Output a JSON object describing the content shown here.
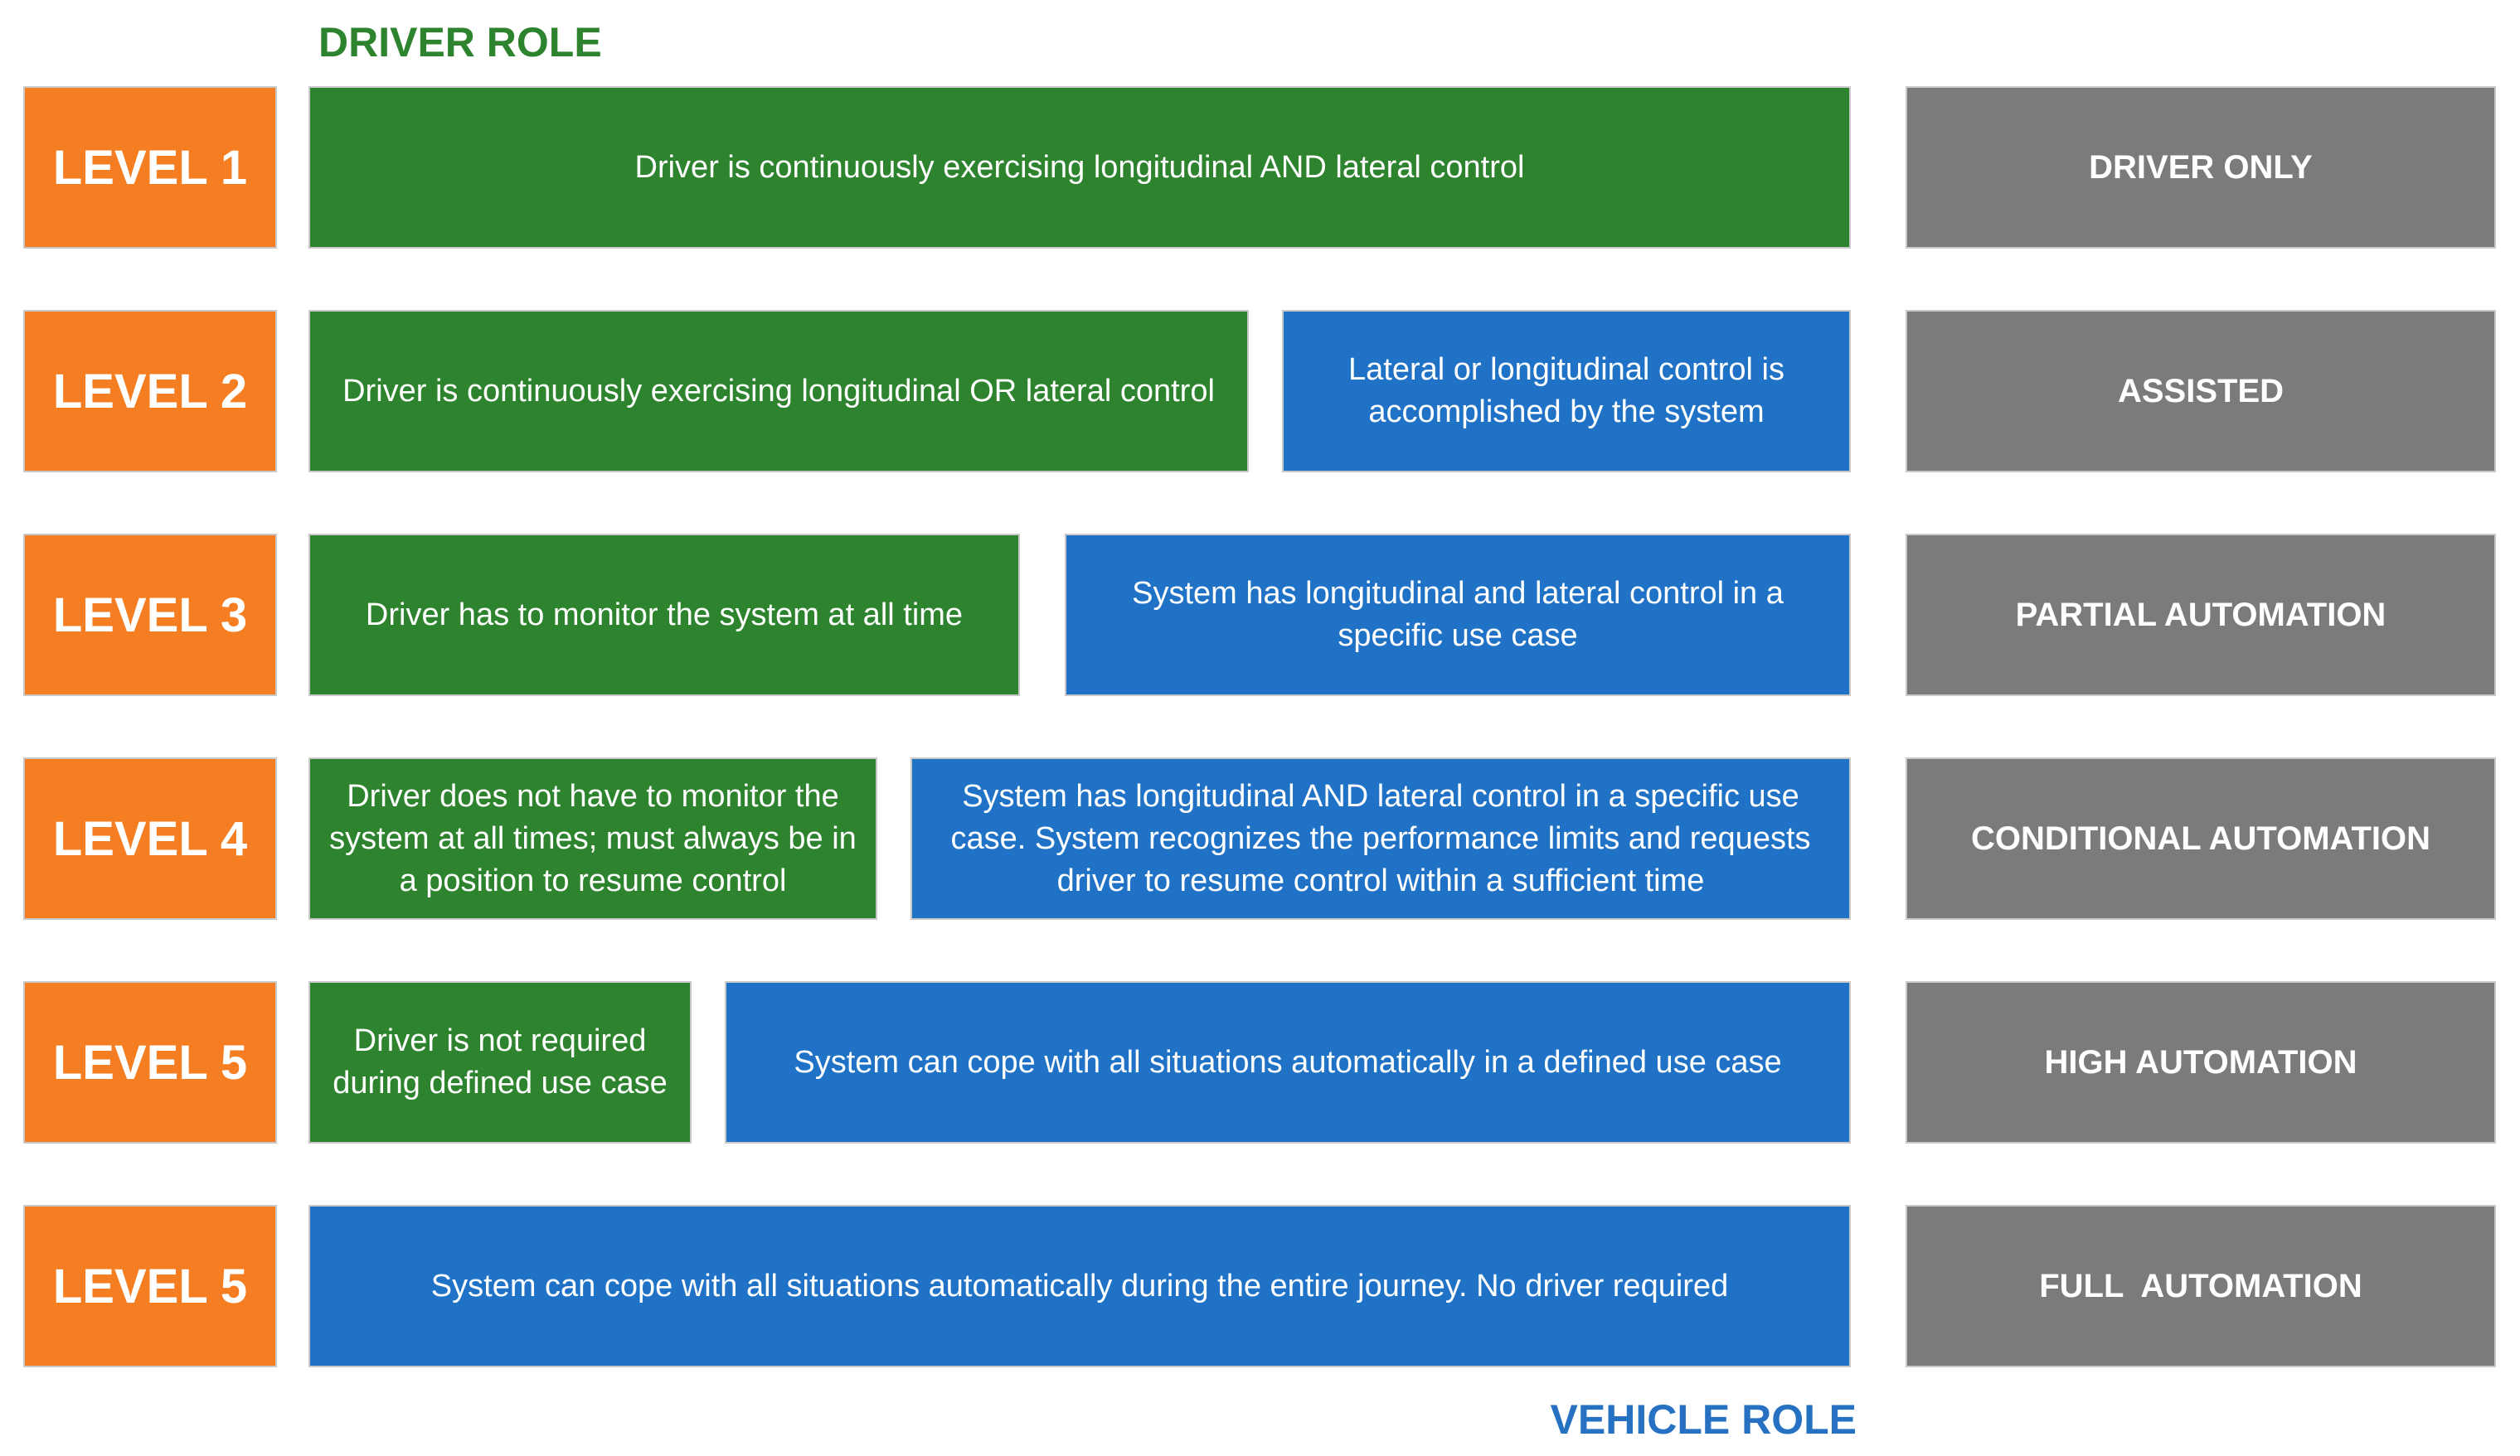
{
  "driver_role_label": "DRIVER ROLE",
  "vehicle_role_label": "VEHICLE ROLE",
  "colors": {
    "level": "#f57e22",
    "driver": "#2e842e",
    "system": "#2072c6",
    "category": "#7b7b7b"
  },
  "rows": [
    {
      "level": "LEVEL 1",
      "driver_text": "Driver is continuously exercising longitudinal AND lateral control",
      "system_text": "",
      "category": "DRIVER ONLY"
    },
    {
      "level": "LEVEL 2",
      "driver_text": "Driver is continuously exercising longitudinal OR lateral control",
      "system_text": "Lateral or longitudinal control is accomplished by the system",
      "category": "ASSISTED"
    },
    {
      "level": "LEVEL 3",
      "driver_text": "Driver has to monitor the system at all time",
      "system_text": "System has longitudinal and lateral control in a specific use case",
      "category": "PARTIAL AUTOMATION"
    },
    {
      "level": "LEVEL 4",
      "driver_text": "Driver does not have to monitor the system at all times; must always be in a position to resume control",
      "system_text": "System has longitudinal AND lateral control in a specific use case. System recognizes the performance limits and requests driver to resume control within a sufficient time",
      "category": "CONDITIONAL AUTOMATION"
    },
    {
      "level": "LEVEL 5",
      "driver_text": "Driver is not required during defined use case",
      "system_text": "System can cope with all situations automatically in a defined use case",
      "category": "HIGH AUTOMATION"
    },
    {
      "level": "LEVEL 5",
      "driver_text": "",
      "system_text": "System can cope with all situations automatically during the entire journey. No driver required",
      "category": "FULL  AUTOMATION"
    }
  ]
}
